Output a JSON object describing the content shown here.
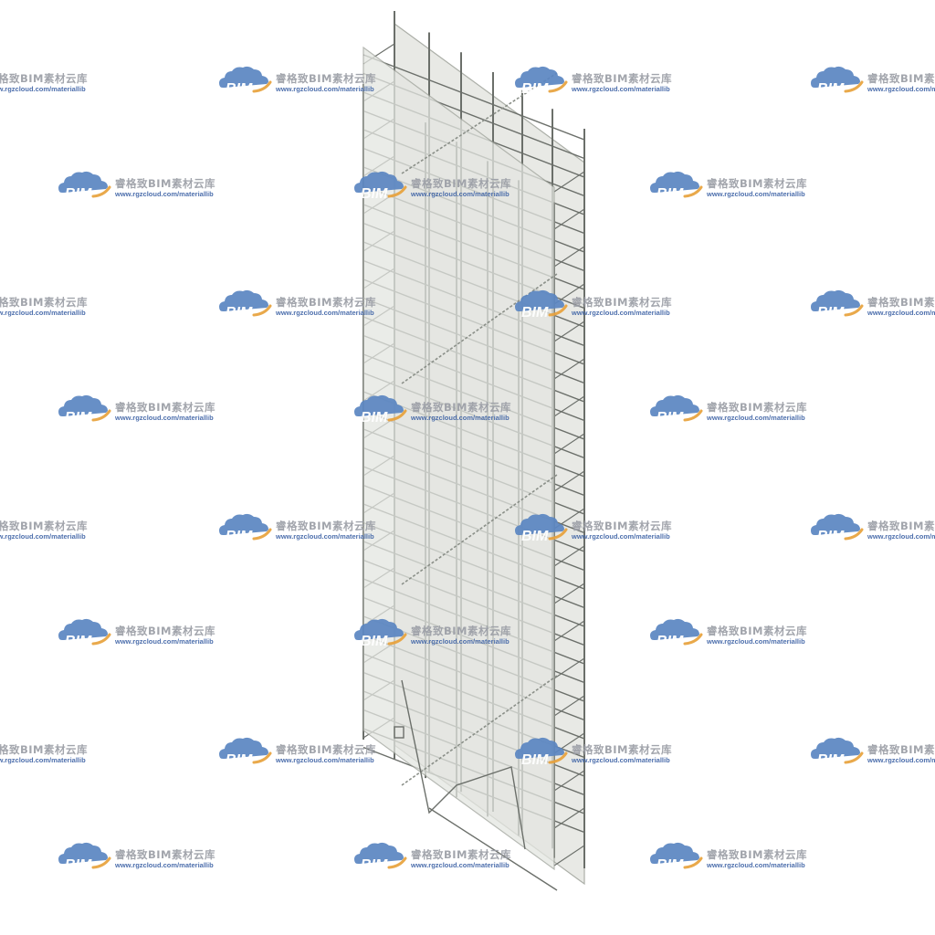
{
  "watermark": {
    "logo_text": "BIM",
    "title": "睿格致BIM素材云库",
    "url": "www.rgzcloud.com/materiallib",
    "cloud_color": "#5b86c2",
    "arc_color": "#e8a23c",
    "title_color": "#9b9ea6",
    "url_color": "#3e63a6"
  },
  "model": {
    "panel_fill": "#e4e6e1",
    "panel_stroke": "#9ea29a",
    "tube_color": "#6b6f6a",
    "brace_color": "#8a8f88"
  }
}
